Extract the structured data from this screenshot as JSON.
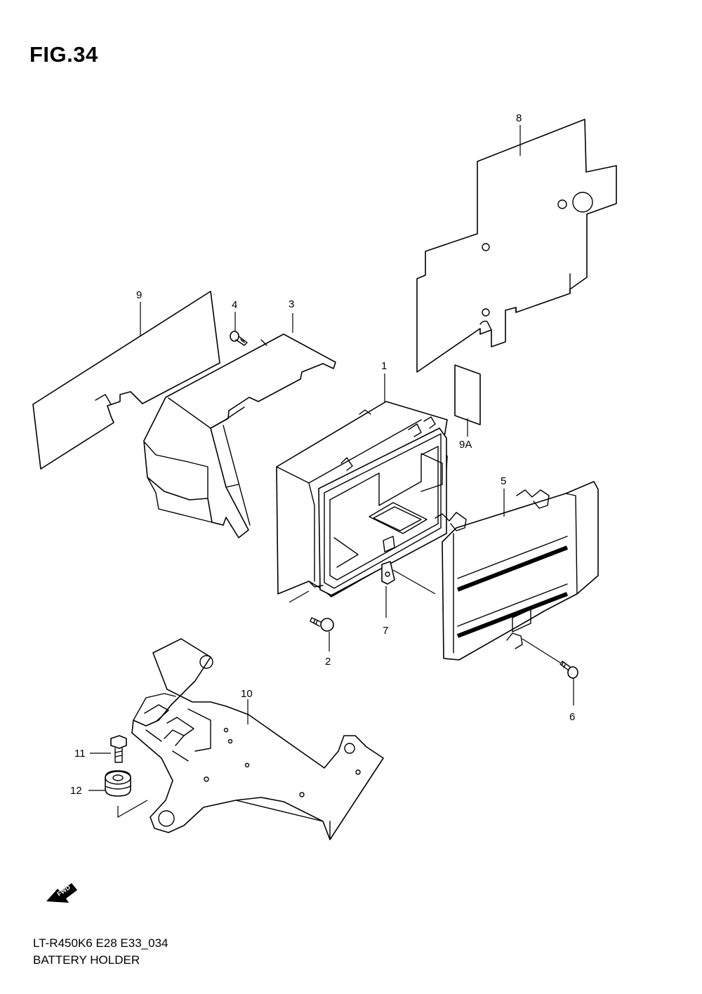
{
  "figure": {
    "title": "FIG.34",
    "model_code": "LT-R450K6 E28 E33_034",
    "name": "BATTERY HOLDER"
  },
  "fwd_arrow": {
    "label": "FWD",
    "icon": "fwd-arrow-icon"
  },
  "callouts": {
    "c1": "1",
    "c2": "2",
    "c3": "3",
    "c4": "4",
    "c5": "5",
    "c6": "6",
    "c7": "7",
    "c8": "8",
    "c9": "9",
    "c9a": "9A",
    "c10": "10",
    "c11": "11",
    "c12": "12"
  }
}
